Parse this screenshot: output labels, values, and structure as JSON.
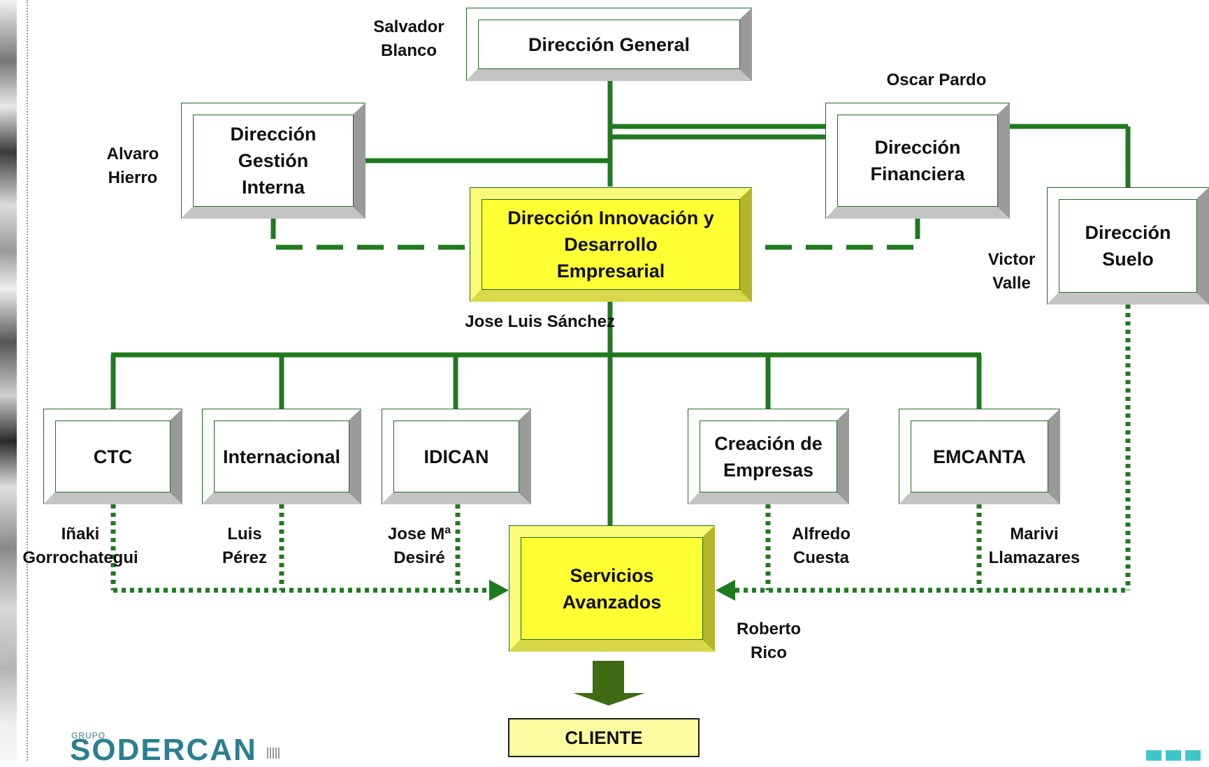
{
  "boxes": {
    "direccion_general": "Dirección General",
    "gestion_interna": "Dirección\nGestión\nInterna",
    "financiera": "Dirección\nFinanciera",
    "innovacion": "Dirección Innovación y\nDesarrollo\nEmpresarial",
    "suelo": "Dirección\nSuelo",
    "ctc": "CTC",
    "internacional": "Internacional",
    "idican": "IDICAN",
    "creacion_empresas": "Creación de\nEmpresas",
    "emcanta": "EMCANTA",
    "servicios_avanzados": "Servicios\nAvanzados",
    "cliente": "CLIENTE"
  },
  "names": {
    "salvador_blanco": "Salvador\nBlanco",
    "oscar_pardo": "Oscar Pardo",
    "alvaro_hierro": "Alvaro\nHierro",
    "jose_luis_sanchez": "Jose Luis Sánchez",
    "victor_valle": "Victor\nValle",
    "inaki_gorrochategui": "Iñaki\nGorrochategui",
    "luis_perez": "Luis\nPérez",
    "jose_ma_desire": "Jose Mª\nDesiré",
    "alfredo_cuesta": "Alfredo\nCuesta",
    "marivi_llamazares": "Marivi\nLlamazares",
    "roberto_rico": "Roberto\nRico"
  },
  "logo": {
    "small": "GRUPO",
    "main": "SODERCAN"
  },
  "colors": {
    "line": "#1f7a1f",
    "highlight_box": "#ffff33",
    "accent": "#3ec7c9"
  }
}
